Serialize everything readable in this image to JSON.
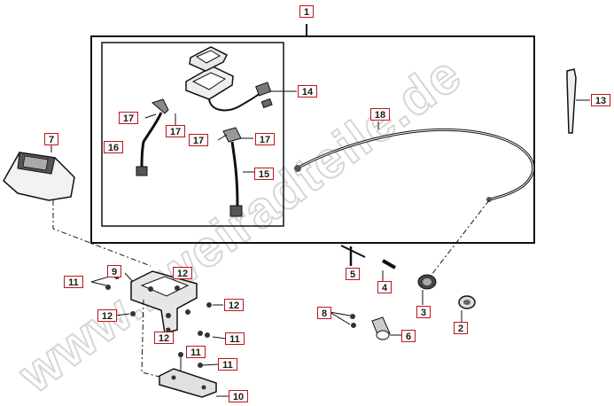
{
  "watermark": "www.zweiradteile.de",
  "labels": {
    "p1": "1",
    "p2": "2",
    "p3": "3",
    "p4": "4",
    "p5": "5",
    "p6": "6",
    "p7": "7",
    "p8": "8",
    "p9": "9",
    "p10": "10",
    "p11a": "11",
    "p11b": "11",
    "p11c": "11",
    "p11d": "11",
    "p12a": "12",
    "p12b": "12",
    "p12c": "12",
    "p12d": "12",
    "p13": "13",
    "p14": "14",
    "p15": "15",
    "p16": "16",
    "p17a": "17",
    "p17b": "17",
    "p17c": "17",
    "p17d": "17",
    "p18": "18"
  },
  "colors": {
    "label_border": "#c0151a",
    "line": "#111111",
    "watermark": "#d9d9d9"
  }
}
